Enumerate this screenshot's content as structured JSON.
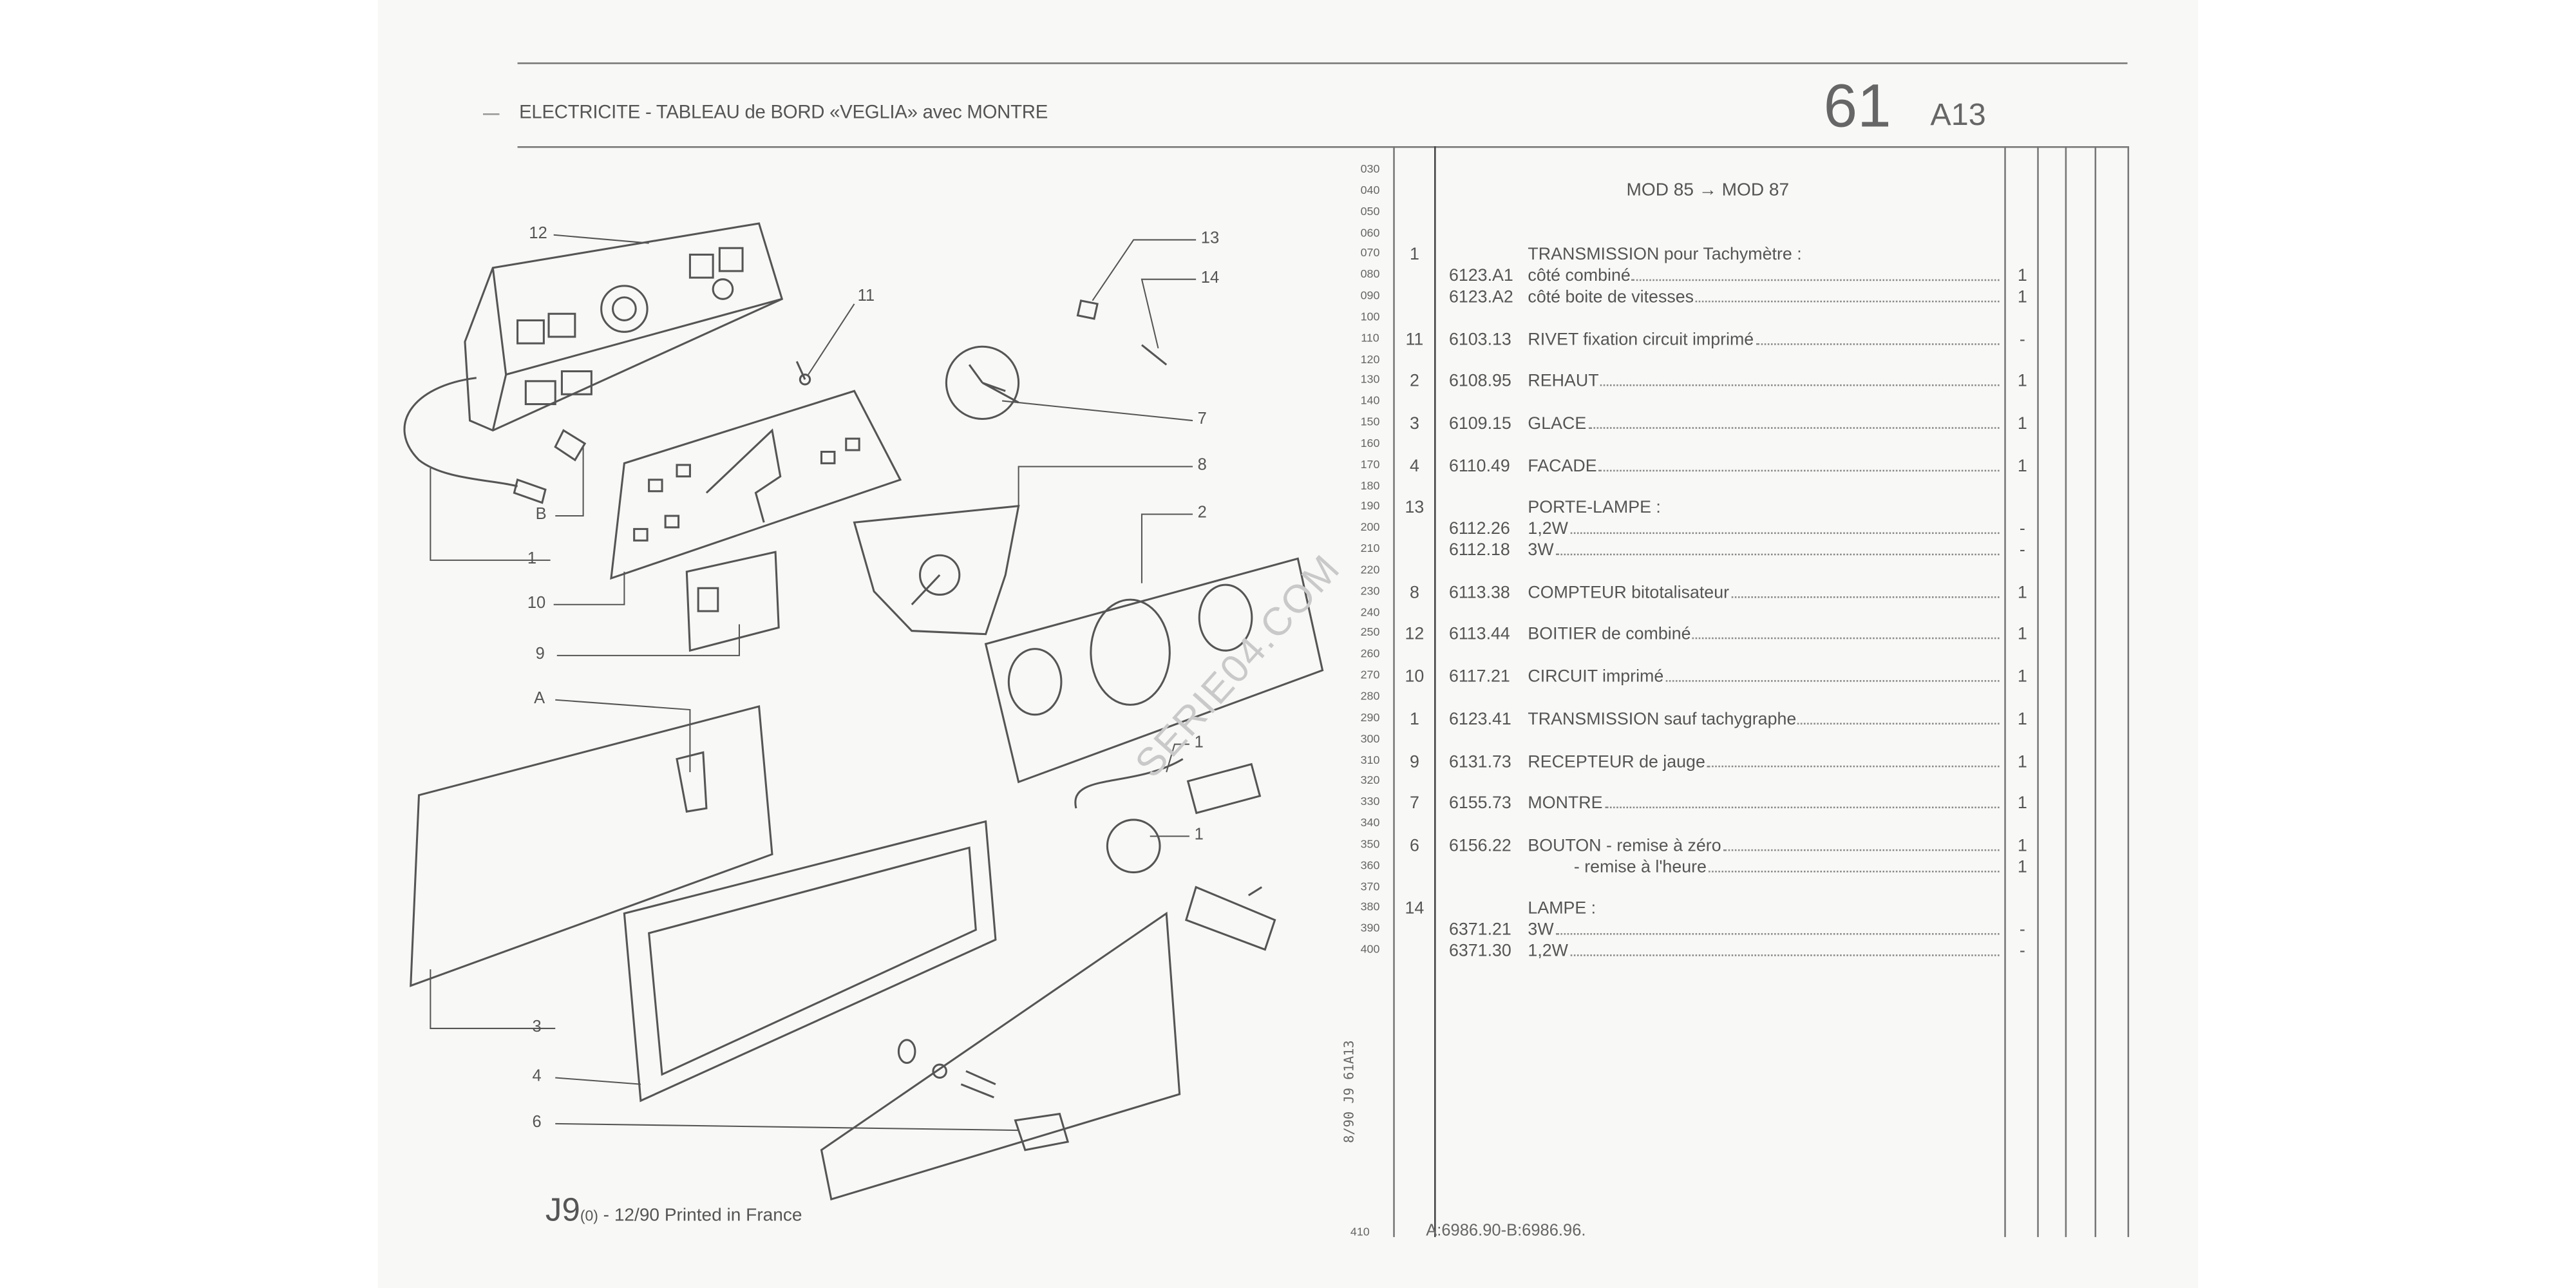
{
  "header": {
    "title_section": "ELECTRICITE",
    "title_rest": " - TABLEAU de BORD «VEGLIA» avec MONTRE",
    "section_number": "61",
    "subsection": "A13"
  },
  "model_range": "MOD 85 → MOD 87",
  "line_numbers": [
    "030",
    "040",
    "050",
    "060",
    "070",
    "080",
    "090",
    "100",
    "110",
    "120",
    "130",
    "140",
    "150",
    "160",
    "170",
    "180",
    "190",
    "200",
    "210",
    "220",
    "230",
    "240",
    "250",
    "260",
    "270",
    "280",
    "290",
    "300",
    "310",
    "320",
    "330",
    "340",
    "350",
    "360",
    "370",
    "380",
    "390",
    "400"
  ],
  "parts": [
    {
      "line": "070",
      "item": "1",
      "part": "",
      "name": "TRANSMISSION pour Tachymètre :",
      "qty": "",
      "leader": false,
      "indent": false
    },
    {
      "line": "080",
      "item": "",
      "part": "6123.A1",
      "name": "côté combiné",
      "qty": "1",
      "leader": true,
      "indent": false
    },
    {
      "line": "090",
      "item": "",
      "part": "6123.A2",
      "name": "côté boite de vitesses",
      "qty": "1",
      "leader": true,
      "indent": false
    },
    {
      "line": "110",
      "item": "11",
      "part": "6103.13",
      "name": "RIVET fixation circuit imprimé",
      "qty": "-",
      "leader": true,
      "indent": false
    },
    {
      "line": "130",
      "item": "2",
      "part": "6108.95",
      "name": "REHAUT",
      "qty": "1",
      "leader": true,
      "indent": false
    },
    {
      "line": "150",
      "item": "3",
      "part": "6109.15",
      "name": "GLACE",
      "qty": "1",
      "leader": true,
      "indent": false
    },
    {
      "line": "170",
      "item": "4",
      "part": "6110.49",
      "name": "FACADE",
      "qty": "1",
      "leader": true,
      "indent": false
    },
    {
      "line": "190",
      "item": "13",
      "part": "",
      "name": "PORTE-LAMPE :",
      "qty": "",
      "leader": false,
      "indent": false
    },
    {
      "line": "200",
      "item": "",
      "part": "6112.26",
      "name": "1,2W",
      "qty": "-",
      "leader": true,
      "indent": false
    },
    {
      "line": "210",
      "item": "",
      "part": "6112.18",
      "name": "3W",
      "qty": "-",
      "leader": true,
      "indent": false
    },
    {
      "line": "230",
      "item": "8",
      "part": "6113.38",
      "name": "COMPTEUR bitotalisateur",
      "qty": "1",
      "leader": true,
      "indent": false
    },
    {
      "line": "250",
      "item": "12",
      "part": "6113.44",
      "name": "BOITIER de combiné",
      "qty": "1",
      "leader": true,
      "indent": false
    },
    {
      "line": "270",
      "item": "10",
      "part": "6117.21",
      "name": "CIRCUIT imprimé",
      "qty": "1",
      "leader": true,
      "indent": false
    },
    {
      "line": "290",
      "item": "1",
      "part": "6123.41",
      "name": "TRANSMISSION sauf tachygraphe",
      "qty": "1",
      "leader": true,
      "indent": false
    },
    {
      "line": "310",
      "item": "9",
      "part": "6131.73",
      "name": "RECEPTEUR de jauge",
      "qty": "1",
      "leader": true,
      "indent": false
    },
    {
      "line": "330",
      "item": "7",
      "part": "6155.73",
      "name": "MONTRE",
      "qty": "1",
      "leader": true,
      "indent": false
    },
    {
      "line": "350",
      "item": "6",
      "part": "6156.22",
      "name": "BOUTON - remise à zéro",
      "qty": "1",
      "leader": true,
      "indent": false
    },
    {
      "line": "360",
      "item": "",
      "part": "",
      "name": "- remise à l'heure",
      "qty": "1",
      "leader": true,
      "indent": true
    },
    {
      "line": "380",
      "item": "14",
      "part": "",
      "name": "LAMPE :",
      "qty": "",
      "leader": false,
      "indent": false
    },
    {
      "line": "390",
      "item": "",
      "part": "6371.21",
      "name": "3W",
      "qty": "-",
      "leader": true,
      "indent": false
    },
    {
      "line": "400",
      "item": "",
      "part": "6371.30",
      "name": "1,2W",
      "qty": "-",
      "leader": true,
      "indent": false
    }
  ],
  "footer": {
    "last_line": "410",
    "references": "A:6986.90-B:6986.96.",
    "vertical_code": "8/90  J9  61A13",
    "edition_code": "J9",
    "edition_sub": "(0)",
    "edition_rest": " - 12/90 Printed in France"
  },
  "watermark": "SERIE04.COM",
  "diagram_labels": [
    {
      "text": "12",
      "side": "left"
    },
    {
      "text": "13",
      "side": "right"
    },
    {
      "text": "14",
      "side": "right"
    },
    {
      "text": "11",
      "side": "top"
    },
    {
      "text": "7",
      "side": "right"
    },
    {
      "text": "8",
      "side": "right"
    },
    {
      "text": "2",
      "side": "right"
    },
    {
      "text": "B",
      "side": "left"
    },
    {
      "text": "1",
      "side": "left"
    },
    {
      "text": "10",
      "side": "left"
    },
    {
      "text": "9",
      "side": "left"
    },
    {
      "text": "A",
      "side": "left"
    },
    {
      "text": "1",
      "side": "right"
    },
    {
      "text": "1",
      "side": "right"
    },
    {
      "text": "3",
      "side": "left"
    },
    {
      "text": "4",
      "side": "left"
    },
    {
      "text": "6",
      "side": "left"
    }
  ],
  "colors": {
    "paper": "#f8f8f6",
    "ink": "#555555"
  }
}
